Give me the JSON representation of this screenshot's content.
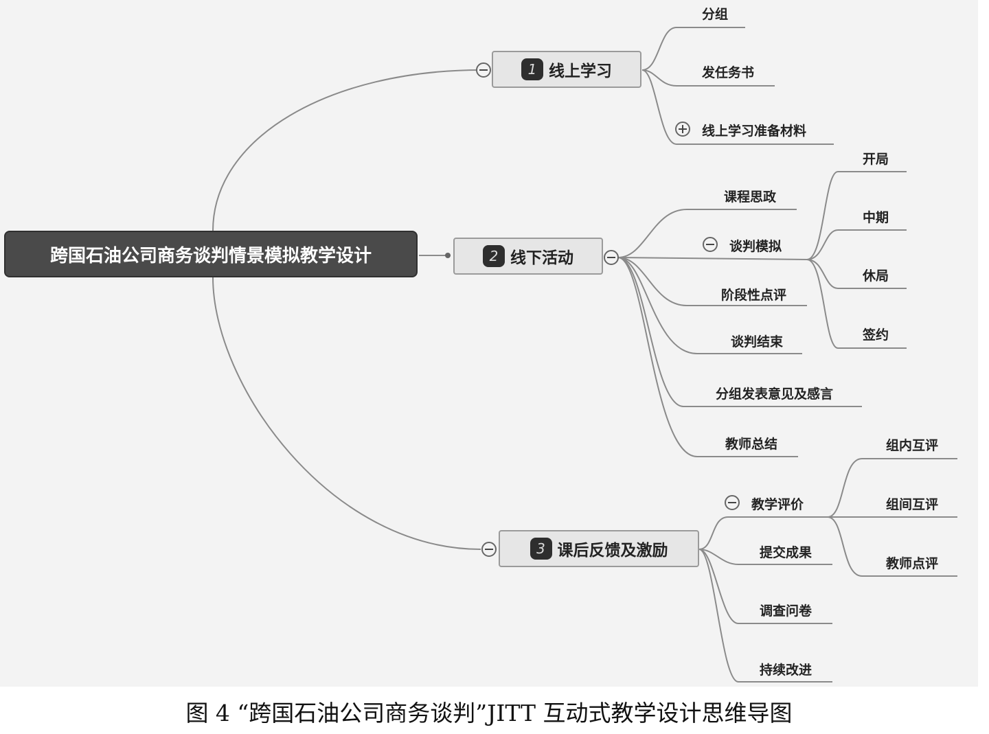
{
  "root": "跨国石油公司商务谈判情景模拟教学设计",
  "branches": [
    {
      "num": "1",
      "label": "线上学习",
      "children": [
        "分组",
        "发任务书",
        "线上学习准备材料"
      ]
    },
    {
      "num": "2",
      "label": "线下活动",
      "children": [
        "课程思政",
        "谈判模拟",
        "阶段性点评",
        "谈判结束",
        "分组发表意见及感言",
        "教师总结"
      ],
      "sub": [
        "开局",
        "中期",
        "休局",
        "签约"
      ]
    },
    {
      "num": "3",
      "label": "课后反馈及激励",
      "children": [
        "教学评价",
        "提交成果",
        "调查问卷",
        "持续改进"
      ],
      "sub": [
        "组内互评",
        "组间互评",
        "教师点评"
      ]
    }
  ],
  "caption": "图 4 “跨国石油公司商务谈判”JITT 互动式教学设计思维导图"
}
